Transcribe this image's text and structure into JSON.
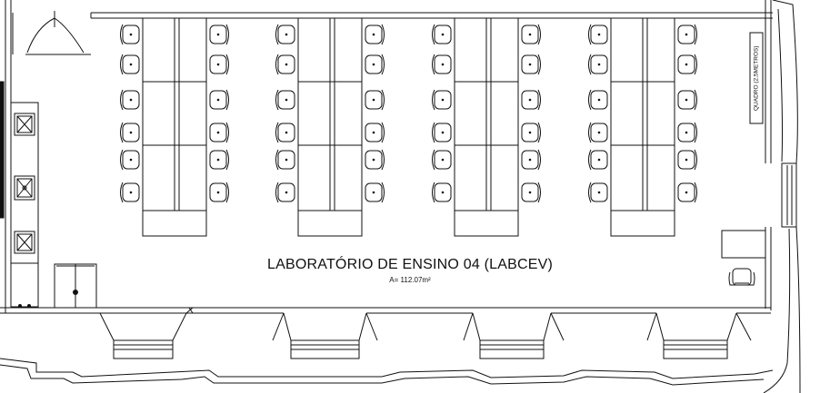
{
  "room": {
    "title": "LABORATÓRIO DE ENSINO 04 (LABCEV)",
    "area": "A= 112.07m²"
  },
  "board": {
    "label": "QUADRO (2,5METROS)"
  },
  "layout": {
    "table_groups": 4,
    "chair_rows_per_side": 6
  },
  "colors": {
    "line": "#111111",
    "background": "#ffffff"
  }
}
